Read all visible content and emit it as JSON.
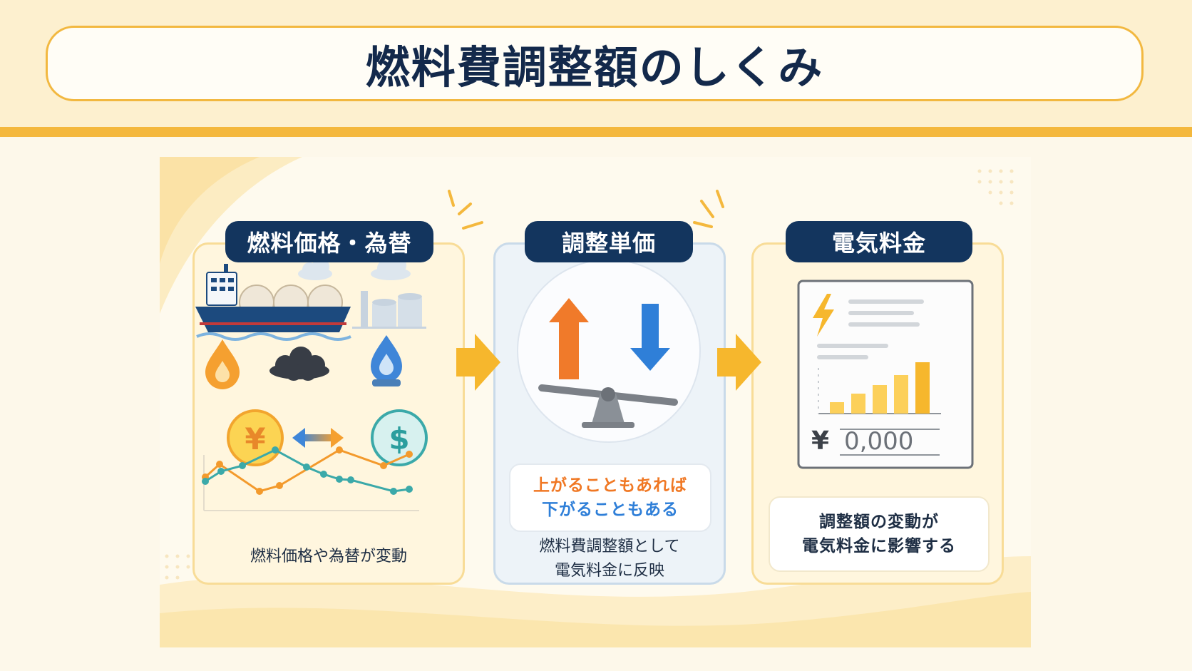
{
  "header": {
    "title": "燃料費調整額のしくみ"
  },
  "steps": [
    {
      "label": "燃料価格・為替",
      "caption": "燃料価格や為替が変動"
    },
    {
      "label": "調整単価",
      "note_up": "上がることもあれば",
      "note_down": "下がることもある",
      "caption_line1": "燃料費調整額として",
      "caption_line2": "電気料金に反映"
    },
    {
      "label": "電気料金",
      "bubble_line1": "調整額の変動が",
      "bubble_line2": "電気料金に影響する"
    }
  ],
  "bill": {
    "currency_symbol": "¥",
    "amount": "0,000"
  },
  "currency_icons": {
    "yen": "¥",
    "dollar": "$"
  },
  "colors": {
    "navy": "#13355e",
    "accent_yellow": "#f4b83d",
    "up_orange": "#f07824",
    "down_blue": "#2f7fd8"
  },
  "icons": [
    "lng-tanker-icon",
    "factory-icon",
    "cloud-icon",
    "oil-drop-icon",
    "coal-icon",
    "gas-flame-icon",
    "yen-coin-icon",
    "dollar-coin-icon",
    "exchange-arrow-icon",
    "line-chart-icon",
    "arrow-right-icon",
    "up-arrow-icon",
    "down-arrow-icon",
    "seesaw-icon",
    "bill-icon",
    "lightning-icon",
    "bar-chart-icon"
  ]
}
